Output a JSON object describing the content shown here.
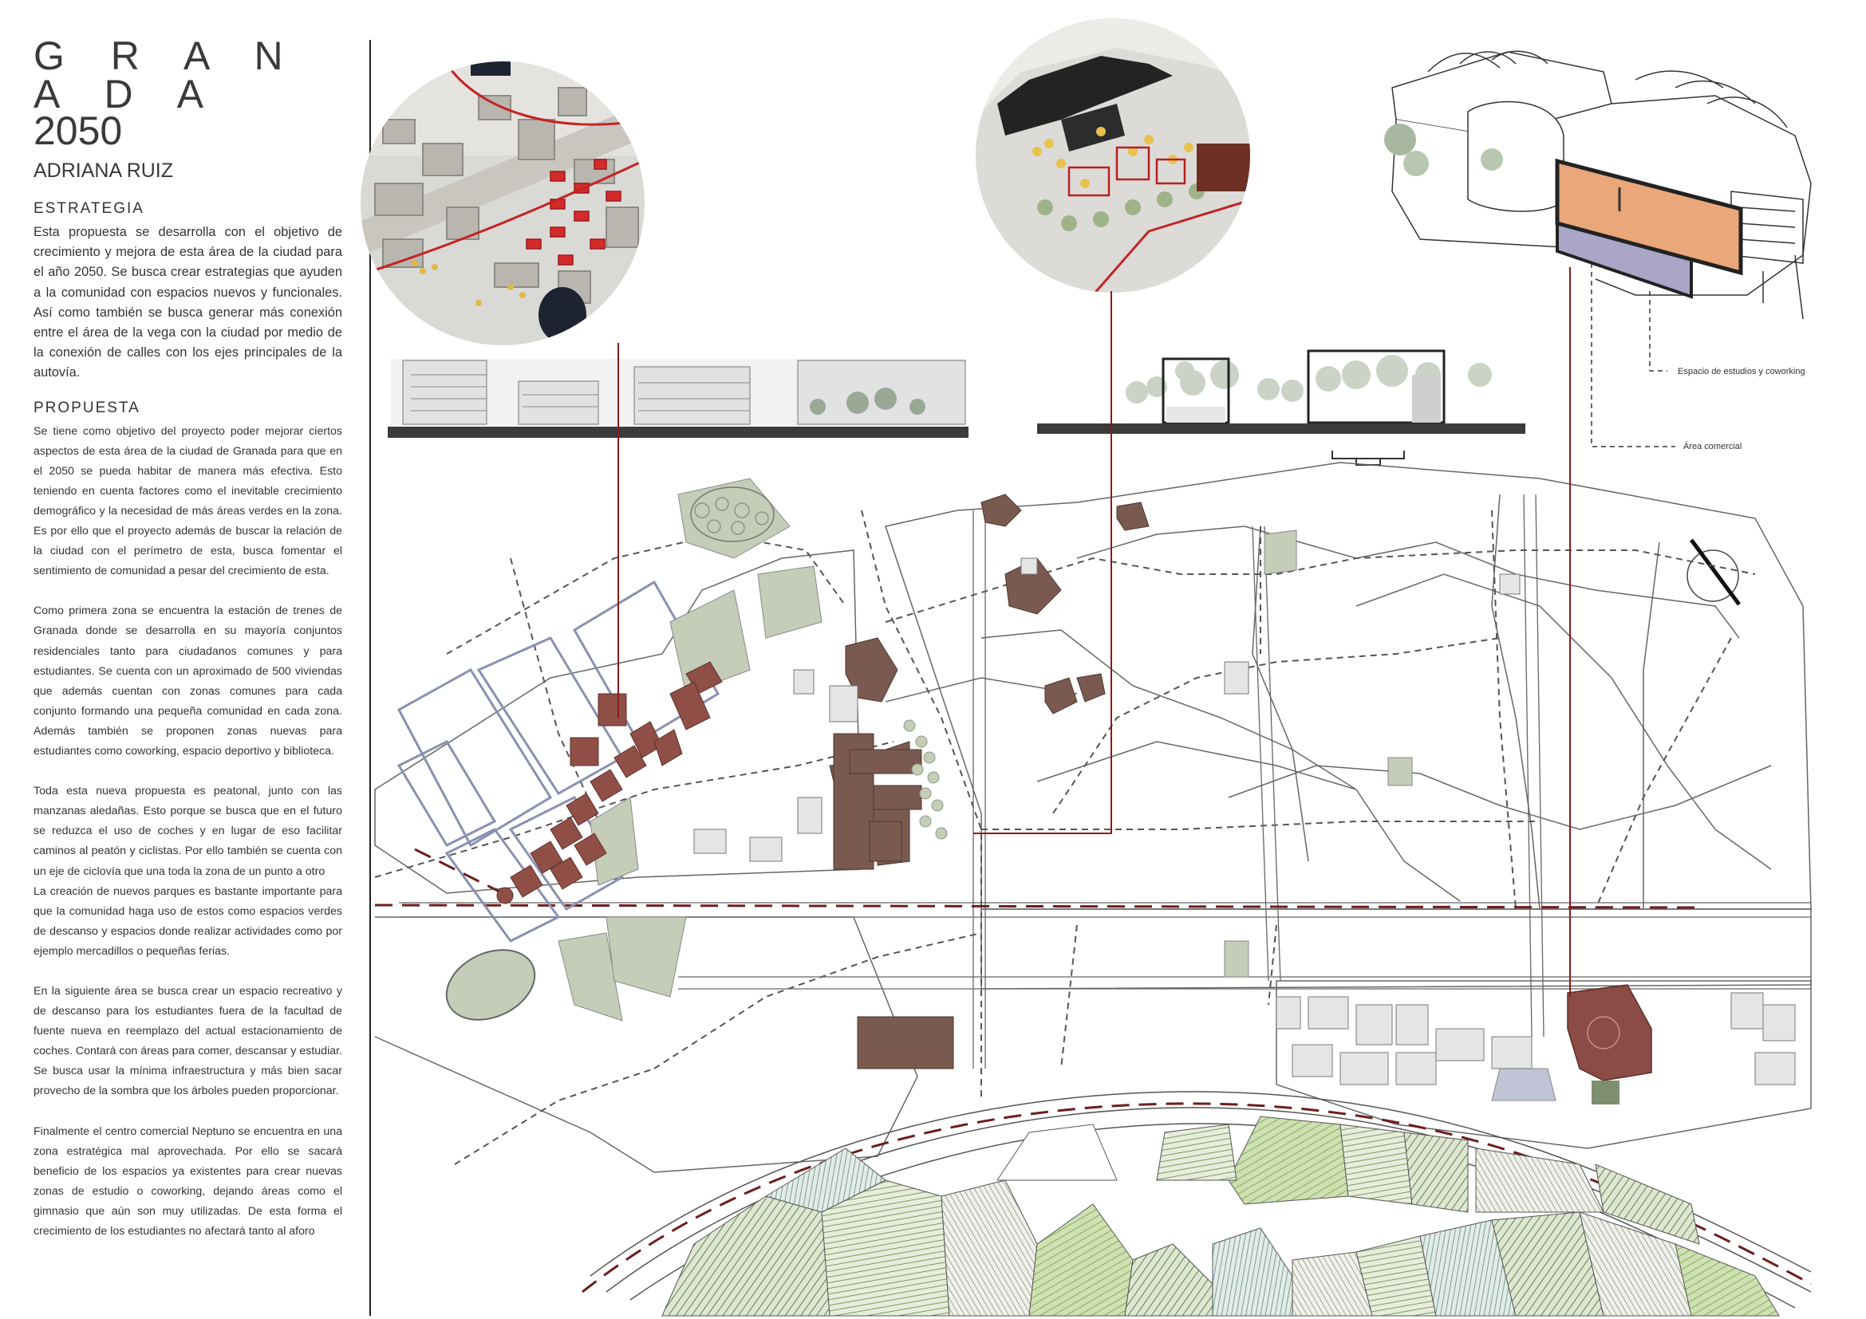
{
  "title": "G R A N A D A",
  "year": "2050",
  "author": "ADRIANA RUIZ",
  "strategy": {
    "heading": "ESTRATEGIA",
    "text": "Esta propuesta se desarrolla con el objetivo de crecimiento y mejora de esta área de la ciudad para el año 2050. Se busca crear estrategias que ayuden a la comunidad con espacios nuevos y funcionales. Así como también se busca generar más conexión entre el área de la vega con la ciudad por medio de la conexión de calles con los ejes principales de la autovía."
  },
  "proposal": {
    "heading": "PROPUESTA",
    "paragraphs": [
      "Se tiene como objetivo del proyecto poder mejorar ciertos aspectos de esta área de la ciudad de Granada para que en el 2050 se pueda habitar de manera más efectiva. Esto teniendo en cuenta factores como el inevitable crecimiento demográfico y la necesidad de más áreas verdes en la zona. Es por ello que el proyecto además de buscar la relación de la ciudad con el perímetro de esta, busca fomentar el sentimiento de comunidad a pesar del crecimiento de esta.",
      "Como primera zona se encuentra la estación de trenes de Granada donde se desarrolla en su mayoría conjuntos residenciales tanto para ciudadanos comunes y para estudiantes. Se cuenta con un aproximado de 500 viviendas que además cuentan con zonas comunes para cada conjunto formando una pequeña comunidad en cada zona. Además también se proponen zonas nuevas para estudiantes como coworking, espacio deportivo y biblioteca.",
      "Toda esta nueva propuesta es peatonal, junto con las manzanas aledañas. Esto porque se busca que en el futuro se reduzca el uso de coches y en lugar de eso facilitar caminos al peatón y ciclistas. Por ello también se cuenta con un eje de ciclovía que una toda la zona de un punto a otro",
      "La creación de nuevos parques es bastante importante para que la comunidad haga uso de estos como espacios verdes de descanso y espacios donde realizar actividades como por ejemplo mercadillos o pequeñas ferias.",
      "En la siguiente área se busca crear un espacio recreativo y de descanso para los estudiantes fuera de la facultad de fuente nueva en reemplazo del actual estacionamiento de coches. Contará con áreas para comer, descansar y estudiar. Se busca usar la mínima infraestructura y más bien sacar provecho de la sombra que los árboles pueden proporcionar.",
      "Finalmente el centro comercial Neptuno se encuentra en una zona estratégica mal aprovechada. Por ello se sacará beneficio de los espacios ya existentes para crear nuevas zonas de estudio o coworking, dejando áreas como el gimnasio que aún son muy utilizadas. De esta forma el crecimiento de los estudiantes no afectará tanto al aforo"
    ]
  },
  "diagram_labels": {
    "coworking": "Espacio de estudios y coworking",
    "commercial": "Área comercial"
  },
  "colors": {
    "building_brown": "#7a5a50",
    "model_red": "#d32b2b",
    "connector_red": "#8b1a1a",
    "park_green": "#c5cdb8",
    "orange_volume": "#e9a77a",
    "blue_volume": "#a9a6c8"
  }
}
